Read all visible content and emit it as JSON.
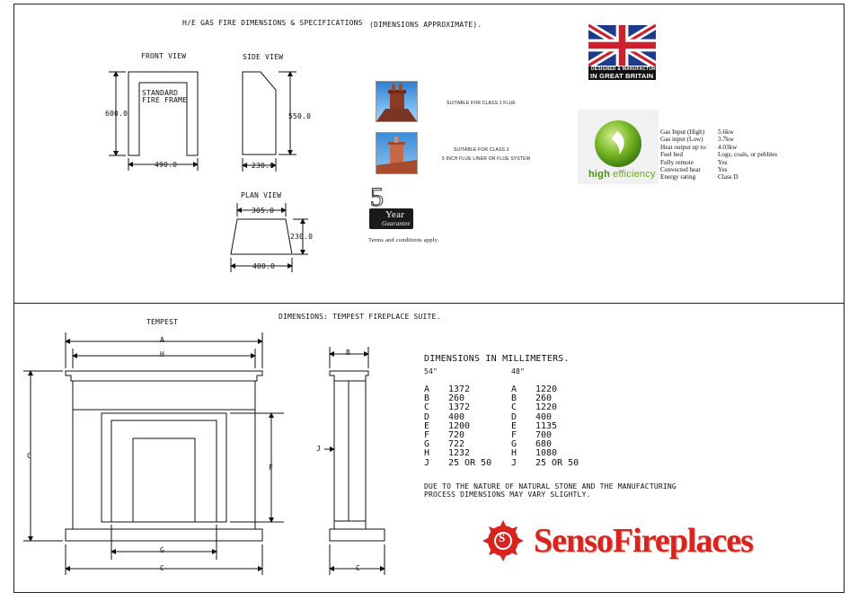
{
  "top": {
    "title": "H/E GAS FIRE DIMENSIONS & SPECIFICATIONS",
    "approx": "(DIMENSIONS APPROXIMATE).",
    "front_view": {
      "label": "FRONT VIEW",
      "inner": [
        "STANDARD",
        "FIRE FRAME"
      ],
      "height": "600.0",
      "width": "490.0"
    },
    "side_view": {
      "label": "SIDE VIEW",
      "height": "550.0",
      "depth": "230.0"
    },
    "plan_view": {
      "label": "PLAN VIEW",
      "top": "305.0",
      "depth": "230.0",
      "bottom": "400.0"
    },
    "flue1": "SUITABLE FOR CLASS 1 FLUE",
    "flue2_line1": "SUITABLE FOR CLASS 2",
    "flue2_line2": "5 INCH FLUE LINER OR FLUE SYSTEM",
    "guarantee": {
      "number": "5",
      "year": "Year",
      "word": "Guarantee",
      "terms": "Terms and conditions apply."
    },
    "uk_badge": {
      "line1": "DESIGNED & MANUFACTURED",
      "line2": "IN GREAT BRITAIN"
    },
    "he_logo": {
      "part1": "high",
      "part2": "efficiency"
    },
    "specs": [
      {
        "k": "Gas Input (High)",
        "v": "5.6kw"
      },
      {
        "k": "Gas input (Low)",
        "v": "3.7kw"
      },
      {
        "k": "Heat output up to:",
        "v": "4.03kw"
      },
      {
        "k": "Fuel bed",
        "v": "Logs, coals, or pebbles"
      },
      {
        "k": "Fully remote",
        "v": "Yes"
      },
      {
        "k": "Convected heat",
        "v": "Yes"
      },
      {
        "k": "Energy rating",
        "v": "Class D"
      }
    ]
  },
  "bottom": {
    "tempest": "TEMPEST",
    "title": "DIMENSIONS: TEMPEST FIREPLACE SUITE.",
    "letters": {
      "a": "A",
      "h": "H",
      "c_side": "C",
      "f": "F",
      "g": "G",
      "c_bottom": "C",
      "b": "B",
      "j": "J",
      "c_right": "C"
    },
    "dims_title": "DIMENSIONS IN MILLIMETERS.",
    "col1": "54\"",
    "col2": "48\"",
    "rows": [
      {
        "k1": "A",
        "v1": "1372",
        "k2": "A",
        "v2": "1220"
      },
      {
        "k1": "B",
        "v1": "260",
        "k2": "B",
        "v2": "260"
      },
      {
        "k1": "C",
        "v1": "1372",
        "k2": "C",
        "v2": "1220"
      },
      {
        "k1": "D",
        "v1": "400",
        "k2": "D",
        "v2": "400"
      },
      {
        "k1": "E",
        "v1": "1200",
        "k2": "E",
        "v2": "1135"
      },
      {
        "k1": "F",
        "v1": "720",
        "k2": "F",
        "v2": "700"
      },
      {
        "k1": "G",
        "v1": "722",
        "k2": "G",
        "v2": "680"
      },
      {
        "k1": "H",
        "v1": "1232",
        "k2": "H",
        "v2": "1080"
      },
      {
        "k1": "J",
        "v1": "25 OR 50",
        "k2": "J",
        "v2": "25 OR 50"
      }
    ],
    "note1": "DUE TO THE NATURE OF NATURAL STONE AND THE MANUFACTURING",
    "note2": "PROCESS DIMENSIONS MAY VARY SLIGHTLY.",
    "brand": "SensoFireplaces",
    "brand_initial": "S"
  },
  "colors": {
    "brand_red": "#d8231f",
    "he_green": "#7dbb2a",
    "union_blue": "#1f3a8a",
    "union_red": "#cf1f2e"
  }
}
